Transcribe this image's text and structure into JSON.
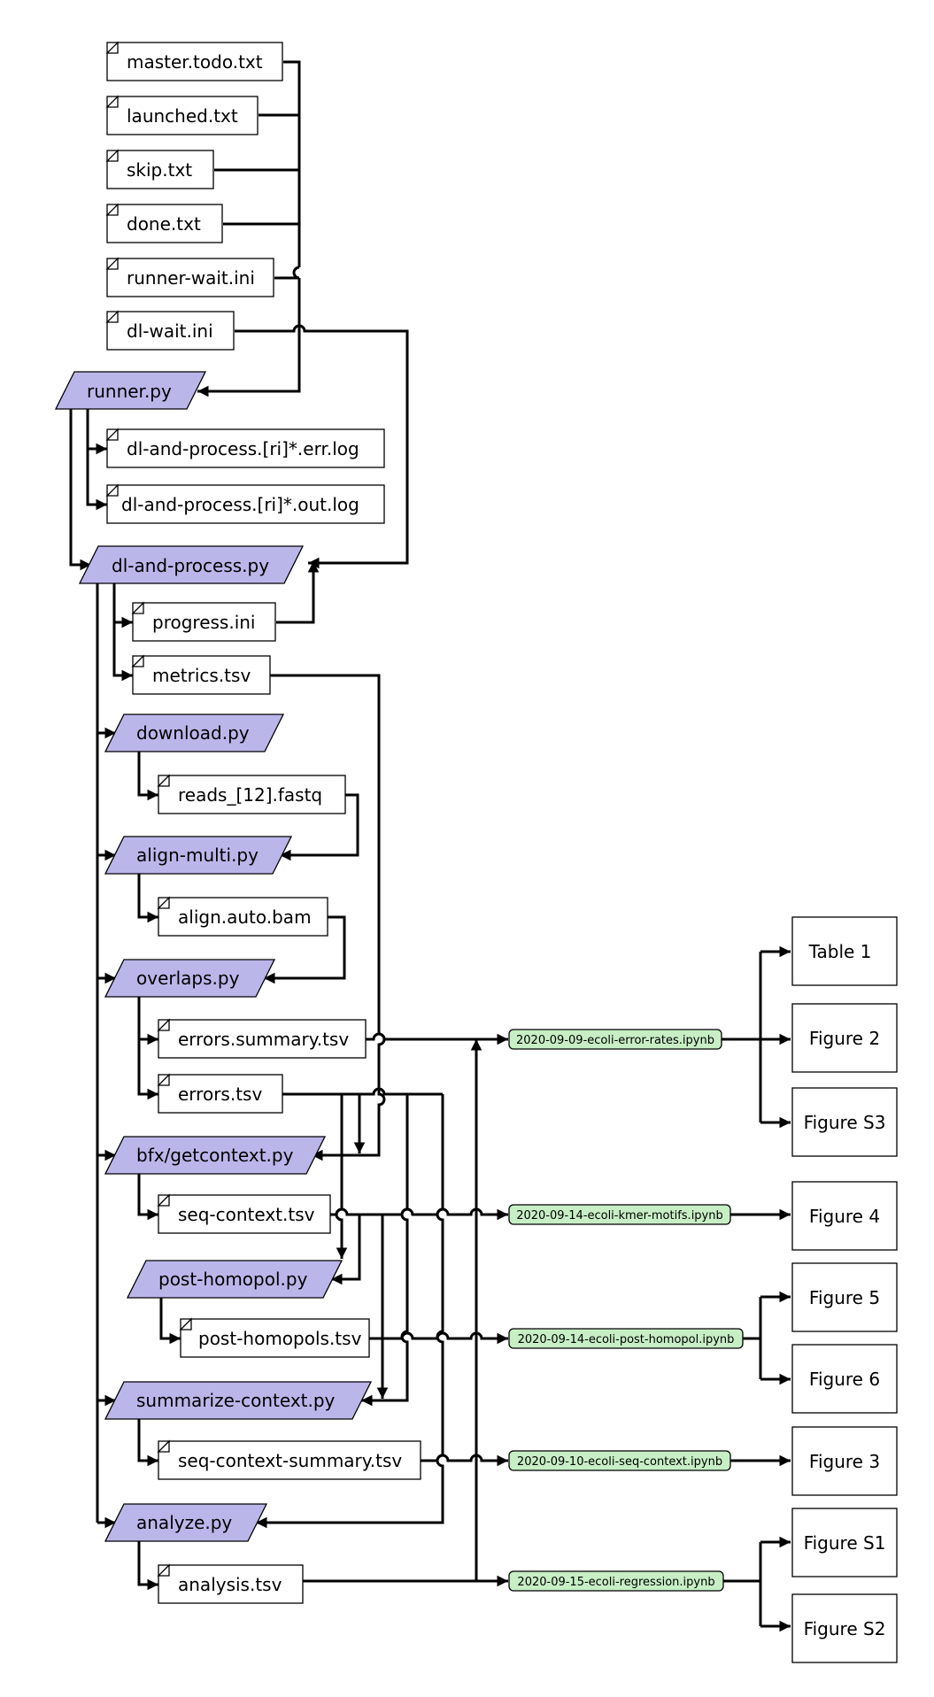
{
  "files": {
    "master_todo": "master.todo.txt",
    "launched": "launched.txt",
    "skip": "skip.txt",
    "done": "done.txt",
    "runner_wait": "runner-wait.ini",
    "dl_wait": "dl-wait.ini",
    "err_log": "dl-and-process.[ri]*.err.log",
    "out_log": "dl-and-process.[ri]*.out.log",
    "progress": "progress.ini",
    "metrics": "metrics.tsv",
    "reads": "reads_[12].fastq",
    "align_bam": "align.auto.bam",
    "errors_summary": "errors.summary.tsv",
    "errors": "errors.tsv",
    "seq_context": "seq-context.tsv",
    "post_homopols": "post-homopols.tsv",
    "seq_context_summary": "seq-context-summary.tsv",
    "analysis": "analysis.tsv"
  },
  "scripts": {
    "runner": "runner.py",
    "dl_and_process": "dl-and-process.py",
    "download": "download.py",
    "align_multi": "align-multi.py",
    "overlaps": "overlaps.py",
    "getcontext": "bfx/getcontext.py",
    "post_homopol": "post-homopol.py",
    "summarize_context": "summarize-context.py",
    "analyze": "analyze.py"
  },
  "notebooks": {
    "error_rates": "2020-09-09-ecoli-error-rates.ipynb",
    "kmer_motifs": "2020-09-14-ecoli-kmer-motifs.ipynb",
    "post_homopol": "2020-09-14-ecoli-post-homopol.ipynb",
    "seq_context": "2020-09-10-ecoli-seq-context.ipynb",
    "regression": "2020-09-15-ecoli-regression.ipynb"
  },
  "outputs": {
    "table1": "Table 1",
    "fig2": "Figure 2",
    "figS3": "Figure S3",
    "fig4": "Figure 4",
    "fig5": "Figure 5",
    "fig6": "Figure 6",
    "fig3": "Figure 3",
    "figS1": "Figure S1",
    "figS2": "Figure S2"
  },
  "colors": {
    "script_fill": "#bbb6ea",
    "notebook_fill": "#c7eec5",
    "line": "#000000"
  }
}
